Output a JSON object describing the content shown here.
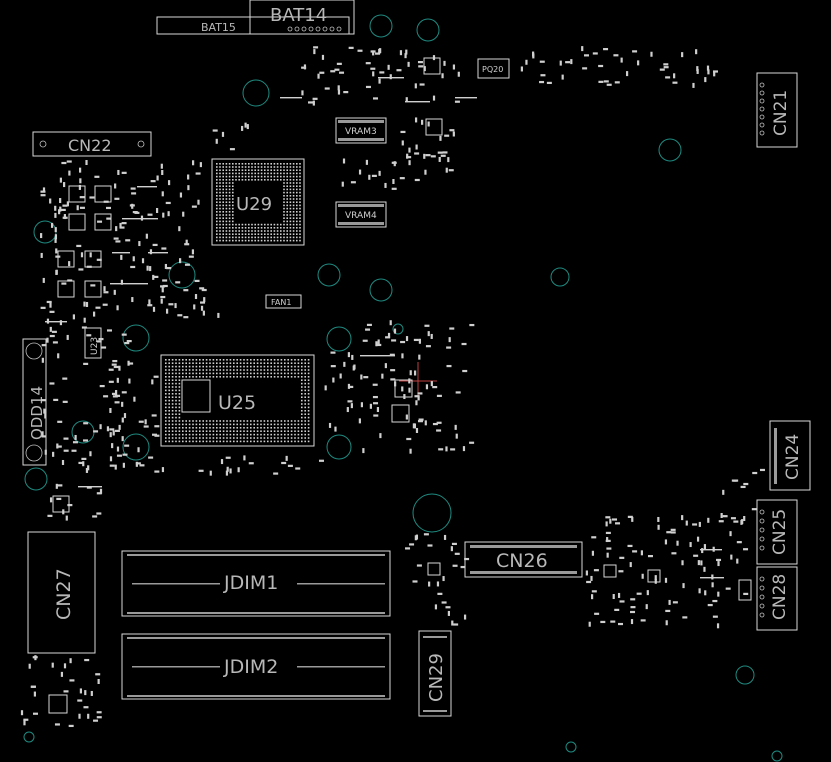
{
  "colors": {
    "background": "#000000",
    "outline": "#d8d8d8",
    "label": "#b8b8b8",
    "hole": "#1e8a80",
    "crosshair": "#c04040"
  },
  "labels": {
    "bat14": "BAT14",
    "bat15": "BAT15",
    "cn21": "CN21",
    "cn22": "CN22",
    "cn24": "CN24",
    "cn25": "CN25",
    "cn26": "CN26",
    "cn27": "CN27",
    "cn28": "CN28",
    "cn29": "CN29",
    "u29": "U29",
    "u25": "U25",
    "u23": "U23",
    "vram3": "VRAM3",
    "vram4": "VRAM4",
    "fan1": "FAN1",
    "pq20": "PQ20",
    "odd14": "ODD14",
    "jdim1": "JDIM1",
    "jdim2": "JDIM2"
  }
}
